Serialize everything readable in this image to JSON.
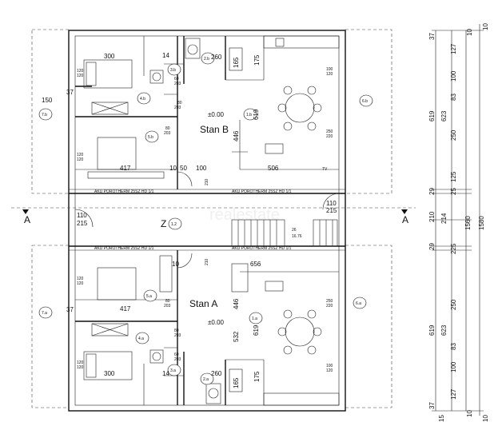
{
  "stan_b": {
    "title": "Stan B",
    "level": "±0.00",
    "room_tags": [
      "1.b",
      "2.b",
      "3.b",
      "4.b",
      "5.b",
      "6.b",
      "7.b"
    ],
    "dims": {
      "d300": "300",
      "d14": "14",
      "d260": "260",
      "d165": "165",
      "d175": "175",
      "d619": "619",
      "d446": "446",
      "d417": "417",
      "d10": "10",
      "d50": "50",
      "d100": "100",
      "d506": "506",
      "d150": "150",
      "d37": "37",
      "w120a": "120",
      "w120b": "120",
      "w120c": "120",
      "w120d": "120",
      "w120e": "120",
      "w120f": "120",
      "w100a": "100",
      "w100b": "100",
      "w250": "250",
      "w220": "220",
      "w80a": "80",
      "w80b": "80",
      "w60": "60",
      "w203a": "203",
      "w203b": "203",
      "w203c": "203",
      "w210": "210"
    },
    "wall_label_left": "AKU POROTHERM 25SZ HD 1/1",
    "wall_label_right": "AKU POROTHERM 25SZ HD 1/1",
    "tv": "TV"
  },
  "corridor": {
    "tag": "Z",
    "tag_num": "1.2",
    "section_left": "A",
    "section_right": "A",
    "d110a": "110",
    "d215a": "215",
    "d110b": "110",
    "d215b": "215",
    "stairs": "26",
    "stairs_dim": "16.76"
  },
  "stan_a": {
    "title": "Stan A",
    "level": "±0.00",
    "room_tags": [
      "1.a",
      "2.a",
      "3.a",
      "4.a",
      "5.a",
      "6.a",
      "7.a"
    ],
    "dims": {
      "d300": "300",
      "d14": "14",
      "d260": "260",
      "d165": "165",
      "d175": "175",
      "d619": "619",
      "d446": "446",
      "d417": "417",
      "d10": "10",
      "d656": "656",
      "d532": "532",
      "d37": "37",
      "w120a": "120",
      "w120b": "120",
      "w120c": "120",
      "w120d": "120",
      "w120e": "120",
      "w120f": "120",
      "w100a": "100",
      "w100b": "100",
      "w250": "250",
      "w220": "220",
      "w80a": "80",
      "w80b": "80",
      "w60": "60",
      "w203a": "203",
      "w203b": "203",
      "w203c": "203",
      "w210": "210"
    },
    "wall_label_left": "AKU POROTHERM 25SZ HD 1/1",
    "wall_label_right": "AKU POROTHERM 25SZ HD 1/1"
  },
  "right_dims": {
    "col1": [
      "37",
      "623",
      "37",
      "29",
      "210",
      "214",
      "29",
      "225",
      "623",
      "37",
      "10"
    ],
    "col1b": [
      "619",
      "619"
    ],
    "col2": [
      "127",
      "100",
      "83",
      "250",
      "125",
      "25",
      "225",
      "250",
      "83",
      "100",
      "127"
    ],
    "col2b": [
      "10",
      "10"
    ],
    "col3": [
      "1560"
    ],
    "col4": [
      "1580"
    ],
    "extra": [
      "10",
      "10",
      "10",
      "15"
    ]
  },
  "watermark": "realestate"
}
